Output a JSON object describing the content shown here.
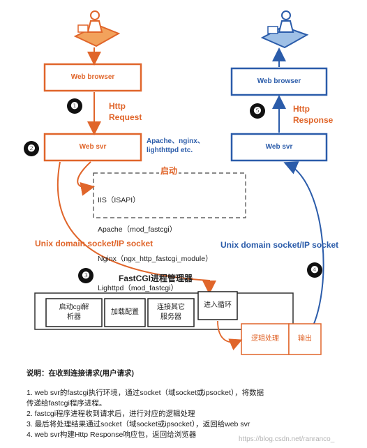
{
  "left_column": {
    "browser_label": "Web browser",
    "request_label": "Http\nRequest",
    "svr_label": "Web svr",
    "svr_examples": "Apache、nginx、\nlighthttpd etc."
  },
  "right_column": {
    "browser_label": "Web browser",
    "response_label": "Http\nResponse",
    "svr_label": "Web svr"
  },
  "startup": {
    "label": "启动",
    "modules": [
      "IIS（ISAPI）",
      "Apache（mod_fastcgi）",
      "Nginx（ngx_http_fastcgi_module）",
      "Lighttpd（mod_fastcgi）"
    ]
  },
  "socket_left": "Unix domain socket/IP socket",
  "socket_right": "Unix domain socket/IP socket",
  "manager": {
    "title": "FastCGI进程管理器",
    "steps": [
      "启动cgi解\n析器",
      "加载配置",
      "连接其它\n服务器",
      "进入循环"
    ],
    "process_label": "逻辑处理",
    "output_label": "输出"
  },
  "step_numbers": [
    "❶",
    "❷",
    "❸",
    "❹",
    "❺"
  ],
  "notes": {
    "title": "说明：在收到连接请求(用户请求)",
    "lines": [
      "1. web svr的fastcgi执行环境，通过socket（域socket或ipsocket），将数据",
      "传递给fastcgi程序进程。",
      "2. fastcgi程序进程收到请求后，进行对应的逻辑处理",
      "3. 最后将处理结果通过socket（域socket或ipsocket），返回给web svr",
      "4. web svr构建Http Response响应包，返回给浏览器"
    ]
  },
  "watermark": "https://blog.csdn.net/ranranco_",
  "colors": {
    "orange": "#e0652a",
    "blue": "#2b5caa"
  }
}
